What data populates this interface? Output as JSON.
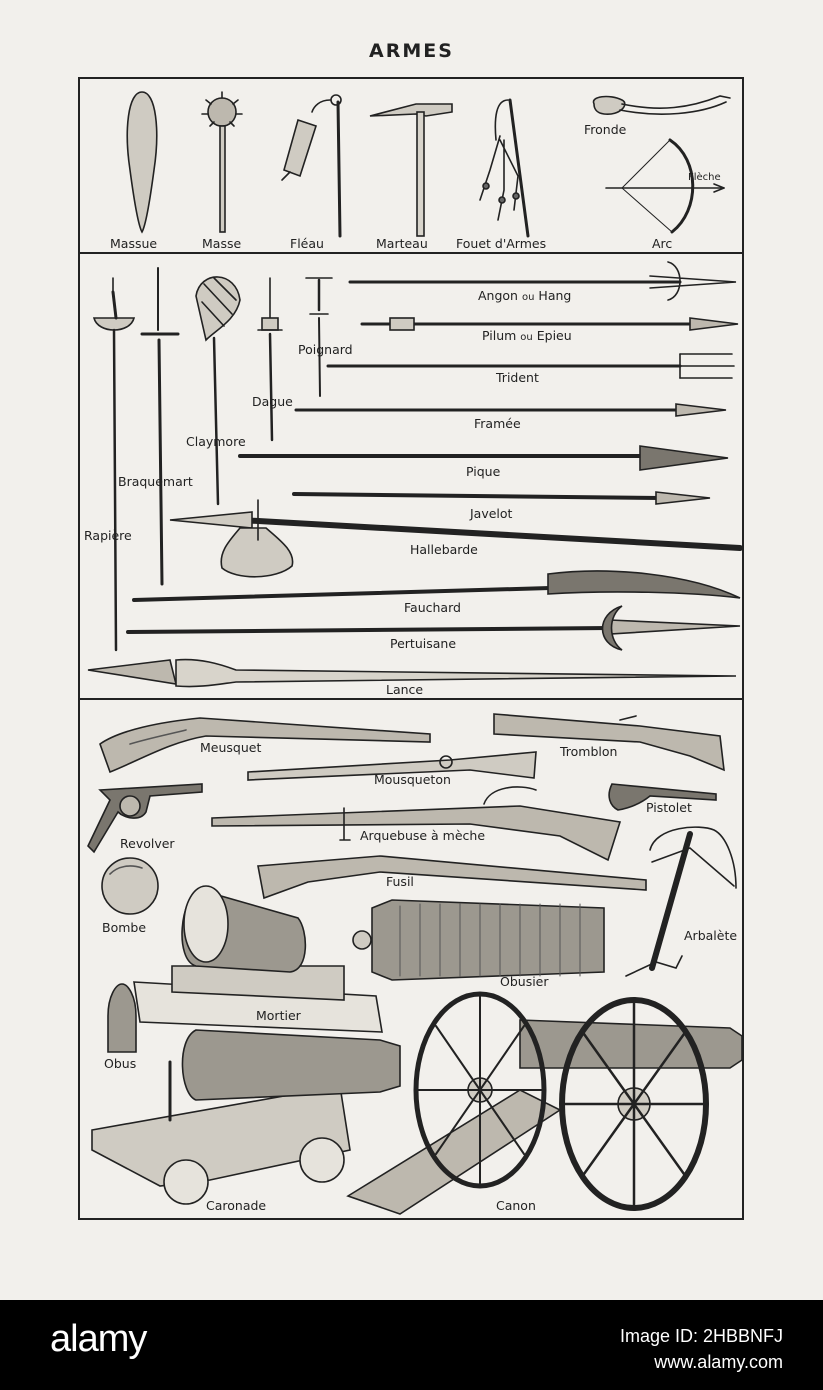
{
  "title": "ARMES",
  "labels": {
    "massue": "Massue",
    "masse": "Masse",
    "fleau": "Fléau",
    "marteau": "Marteau",
    "fouet": "Fouet d'Armes",
    "fronde": "Fronde",
    "fleche": "Flèche",
    "arc": "Arc",
    "angon": "Angon",
    "ou1": "ou",
    "hang": "Hang",
    "pilum": "Pilum",
    "ou2": "ou",
    "epieu": "Epieu",
    "poignard": "Poignard",
    "trident": "Trident",
    "dague": "Dague",
    "framee": "Framée",
    "claymore": "Claymore",
    "pique": "Pique",
    "braquemart": "Braquemart",
    "javelot": "Javelot",
    "rapiere": "Rapière",
    "hallebarde": "Hallebarde",
    "fauchard": "Fauchard",
    "pertuisane": "Pertuisane",
    "lance": "Lance",
    "meusquet": "Meusquet",
    "tromblon": "Tromblon",
    "mousqueton": "Mousqueton",
    "revolver": "Revolver",
    "pistolet": "Pistolet",
    "arquebuse": "Arquebuse à mèche",
    "fusil": "Fusil",
    "bombe": "Bombe",
    "arbalete": "Arbalète",
    "obusier": "Obusier",
    "mortier": "Mortier",
    "obus": "Obus",
    "caronade": "Caronade",
    "canon": "Canon"
  },
  "watermark": {
    "logo": "alamy",
    "image_id": "Image ID: 2HBBNFJ",
    "url": "www.alamy.com"
  }
}
